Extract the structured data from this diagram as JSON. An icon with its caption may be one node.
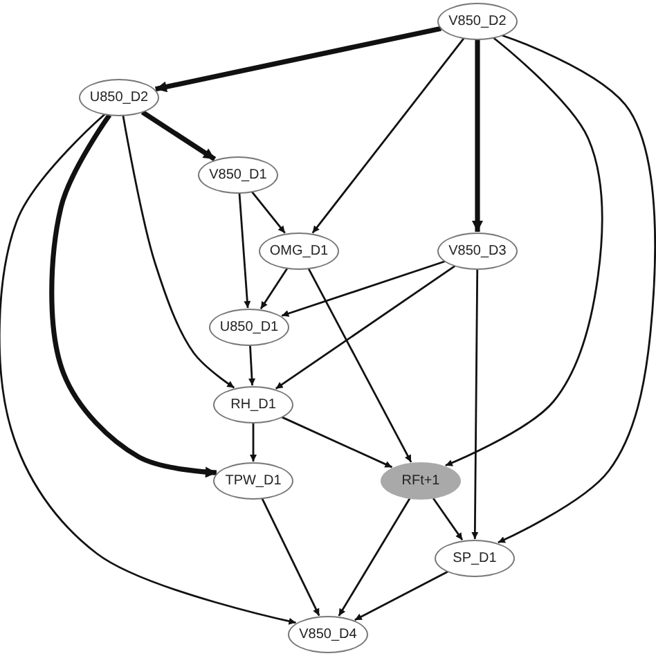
{
  "diagram": {
    "nodes": [
      {
        "text": [
          "V850_D2"
        ]
      },
      {
        "text": [
          "U850_D2"
        ]
      },
      {
        "text": [
          "V850_D1"
        ]
      },
      {
        "text": [
          "OMG_D1"
        ]
      },
      {
        "text": [
          "V850_D3"
        ]
      },
      {
        "text": [
          "U850_D1"
        ]
      },
      {
        "text": [
          "RH_D1"
        ]
      },
      {
        "text": [
          "TPW_D1"
        ]
      },
      {
        "text": [
          "RFt+1"
        ]
      },
      {
        "text": [
          "SP_D1"
        ]
      },
      {
        "text": [
          "V850_D4"
        ]
      }
    ],
    "edges": [
      {
        "from": 0,
        "to": 1,
        "arrow": "to",
        "style": "thick"
      },
      {
        "from": 0,
        "to": 3,
        "arrow": "to"
      },
      {
        "from": 0,
        "to": 4,
        "arrow": "to",
        "style": "thick"
      },
      {
        "from": 0,
        "to": 8,
        "arrow": "to"
      },
      {
        "from": 0,
        "to": 9,
        "arrow": "to"
      },
      {
        "from": 1,
        "to": 2,
        "arrow": "to",
        "style": "thick"
      },
      {
        "from": 1,
        "to": 10,
        "arrow": "to"
      },
      {
        "from": 1,
        "to": 7,
        "arrow": "to",
        "style": "thick"
      },
      {
        "from": 1,
        "to": 6,
        "arrow": "to"
      },
      {
        "from": 2,
        "to": 5,
        "arrow": "to"
      },
      {
        "from": 2,
        "to": 3,
        "arrow": "to"
      },
      {
        "from": 3,
        "to": 5,
        "arrow": "to"
      },
      {
        "from": 3,
        "to": 8,
        "arrow": "to"
      },
      {
        "from": 4,
        "to": 5,
        "arrow": "to"
      },
      {
        "from": 4,
        "to": 6,
        "arrow": "to"
      },
      {
        "from": 4,
        "to": 9,
        "arrow": "to"
      },
      {
        "from": 5,
        "to": 6,
        "arrow": "to"
      },
      {
        "from": 6,
        "to": 7,
        "arrow": "to"
      },
      {
        "from": 6,
        "to": 8,
        "arrow": "to"
      },
      {
        "from": 7,
        "to": 10,
        "arrow": "to"
      },
      {
        "from": 8,
        "to": 10,
        "arrow": "to"
      },
      {
        "from": 8,
        "to": 9,
        "arrow": "to"
      },
      {
        "from": 9,
        "to": 10,
        "arrow": "to"
      }
    ]
  }
}
